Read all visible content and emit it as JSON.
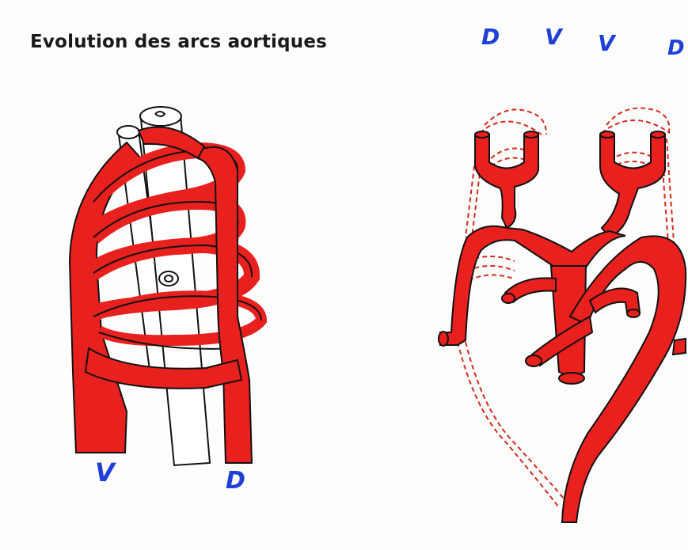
{
  "title": "Evolution des arcs aortiques",
  "left_drawing": {
    "label_bottom_left": "V",
    "label_bottom_right": "D"
  },
  "right_drawing": {
    "top_labels": [
      "D",
      "V",
      "V",
      "D"
    ]
  },
  "colors": {
    "artery_red": "#e8201e",
    "outline": "#111111",
    "label_blue": "#1f3fd6",
    "regressed_dash": "#d42a1c"
  }
}
